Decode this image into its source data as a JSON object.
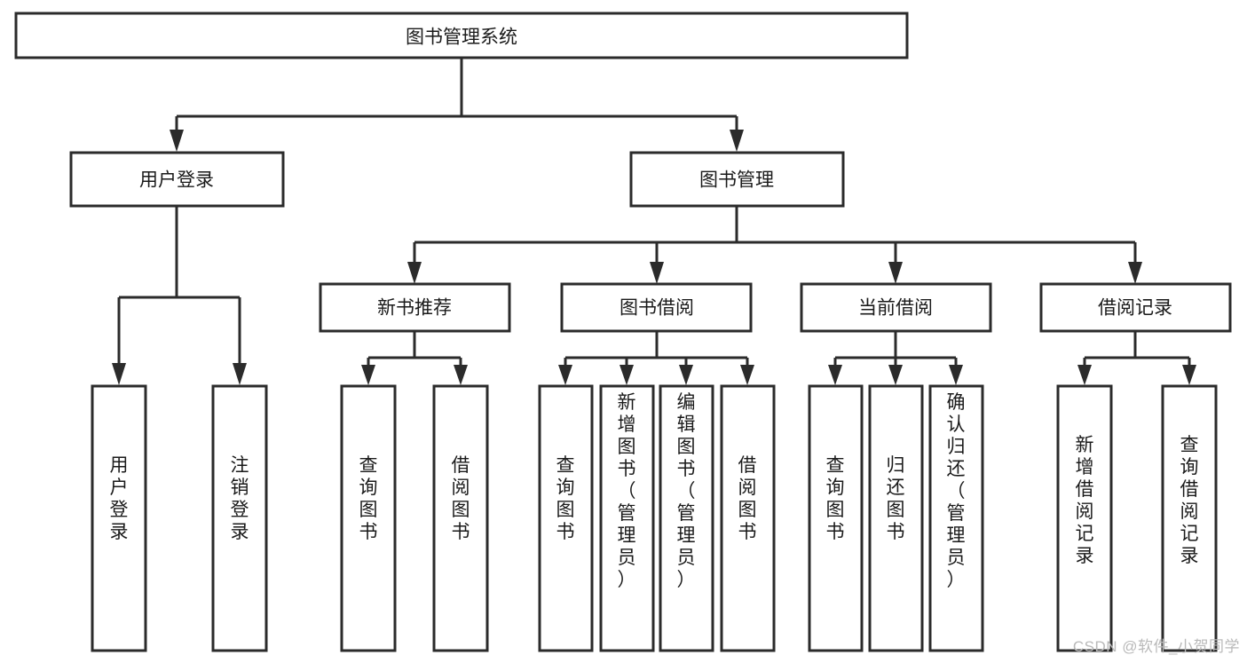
{
  "diagram": {
    "type": "hierarchy-tree",
    "title": "图书管理系统",
    "watermark": "CSDN @软件_小贺同学",
    "colors": {
      "box_stroke": "#2b2b2b",
      "box_fill": "#ffffff",
      "text": "#1a1a1a",
      "background": "#ffffff",
      "watermark": "#b9b9b9"
    },
    "levels": [
      {
        "level": 1,
        "nodes": [
          {
            "id": "root",
            "label": "图书管理系统",
            "orientation": "horizontal"
          }
        ]
      },
      {
        "level": 2,
        "nodes": [
          {
            "id": "user-login",
            "label": "用户登录",
            "orientation": "horizontal",
            "parent": "root"
          },
          {
            "id": "book-manage",
            "label": "图书管理",
            "orientation": "horizontal",
            "parent": "root"
          }
        ]
      },
      {
        "level": 3,
        "nodes": [
          {
            "id": "new-book-rec",
            "label": "新书推荐",
            "orientation": "horizontal",
            "parent": "book-manage"
          },
          {
            "id": "book-borrow",
            "label": "图书借阅",
            "orientation": "horizontal",
            "parent": "book-manage"
          },
          {
            "id": "current-borrow",
            "label": "当前借阅",
            "orientation": "horizontal",
            "parent": "book-manage"
          },
          {
            "id": "borrow-record",
            "label": "借阅记录",
            "orientation": "horizontal",
            "parent": "book-manage"
          }
        ]
      },
      {
        "level": 4,
        "nodes": [
          {
            "id": "leaf-1",
            "label": "用户登录",
            "orientation": "vertical",
            "parent": "user-login"
          },
          {
            "id": "leaf-2",
            "label": "注销登录",
            "orientation": "vertical",
            "parent": "user-login"
          },
          {
            "id": "leaf-3",
            "label": "查询图书",
            "orientation": "vertical",
            "parent": "new-book-rec"
          },
          {
            "id": "leaf-4",
            "label": "借阅图书",
            "orientation": "vertical",
            "parent": "new-book-rec"
          },
          {
            "id": "leaf-5",
            "label": "查询图书",
            "orientation": "vertical",
            "parent": "book-borrow"
          },
          {
            "id": "leaf-6",
            "label": "新增图书（管理员）",
            "orientation": "vertical",
            "parent": "book-borrow"
          },
          {
            "id": "leaf-7",
            "label": "编辑图书（管理员）",
            "orientation": "vertical",
            "parent": "book-borrow"
          },
          {
            "id": "leaf-8",
            "label": "借阅图书",
            "orientation": "vertical",
            "parent": "book-borrow"
          },
          {
            "id": "leaf-9",
            "label": "查询图书",
            "orientation": "vertical",
            "parent": "current-borrow"
          },
          {
            "id": "leaf-10",
            "label": "归还图书",
            "orientation": "vertical",
            "parent": "current-borrow"
          },
          {
            "id": "leaf-11",
            "label": "确认归还（管理员）",
            "orientation": "vertical",
            "parent": "current-borrow"
          },
          {
            "id": "leaf-12",
            "label": "新增借阅记录",
            "orientation": "vertical",
            "parent": "borrow-record"
          },
          {
            "id": "leaf-13",
            "label": "查询借阅记录",
            "orientation": "vertical",
            "parent": "borrow-record"
          }
        ]
      }
    ]
  }
}
